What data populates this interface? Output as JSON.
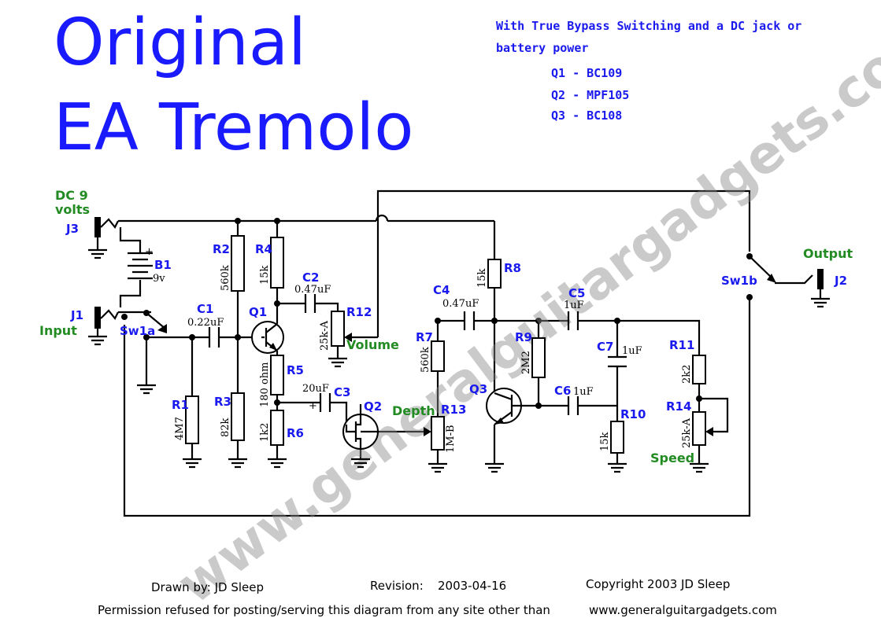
{
  "title": {
    "line1": "Original",
    "line2": "EA Tremolo"
  },
  "notes": {
    "bypass_line1": "With True Bypass Switching and a DC jack or",
    "bypass_line2": "battery power",
    "q1": "Q1 - BC109",
    "q2": "Q2 - MPF105",
    "q3": "Q3 - BC108"
  },
  "power": {
    "dc_line1": "DC 9",
    "dc_line2": "volts",
    "jack": "J3",
    "battery": "B1",
    "battery_value": "9v",
    "plus": "+"
  },
  "io": {
    "input_jack": "J1",
    "input_label": "Input",
    "output_jack": "J2",
    "output_label": "Output",
    "switch_a": "Sw1a",
    "switch_b": "Sw1b"
  },
  "components": {
    "R1": {
      "ref": "R1",
      "value": "4M7"
    },
    "R2": {
      "ref": "R2",
      "value": "560k"
    },
    "R3": {
      "ref": "R3",
      "value": "82k"
    },
    "R4": {
      "ref": "R4",
      "value": "15k"
    },
    "R5": {
      "ref": "R5",
      "value": "180 ohm"
    },
    "R6": {
      "ref": "R6",
      "value": "1k2"
    },
    "R7": {
      "ref": "R7",
      "value": "560k"
    },
    "R8": {
      "ref": "R8",
      "value": "15k"
    },
    "R9": {
      "ref": "R9",
      "value": "2M2"
    },
    "R10": {
      "ref": "R10",
      "value": "15k"
    },
    "R11": {
      "ref": "R11",
      "value": "2k2"
    },
    "R12": {
      "ref": "R12",
      "value": "25k-A",
      "label": "Volume"
    },
    "R13": {
      "ref": "R13",
      "value": "1M-B",
      "label": "Depth"
    },
    "R14": {
      "ref": "R14",
      "value": "25k-A",
      "label": "Speed"
    },
    "C1": {
      "ref": "C1",
      "value": "0.22uF"
    },
    "C2": {
      "ref": "C2",
      "value": "0.47uF"
    },
    "C3": {
      "ref": "C3",
      "value": "20uF",
      "plus": "+"
    },
    "C4": {
      "ref": "C4",
      "value": "0.47uF"
    },
    "C5": {
      "ref": "C5",
      "value": "1uF"
    },
    "C6": {
      "ref": "C6",
      "value": "1uF"
    },
    "C7": {
      "ref": "C7",
      "value": "1uF"
    },
    "Q1": {
      "ref": "Q1"
    },
    "Q2": {
      "ref": "Q2"
    },
    "Q3": {
      "ref": "Q3"
    }
  },
  "watermark": "www.generalguitargadgets.com",
  "footer": {
    "drawn_by": "Drawn by: JD Sleep",
    "revision_label": "Revision:",
    "revision_date": "2003-04-16",
    "copyright": "Copyright 2003 JD Sleep",
    "permission": "Permission refused for posting/serving this diagram from any site other than",
    "site": "www.generalguitargadgets.com"
  }
}
